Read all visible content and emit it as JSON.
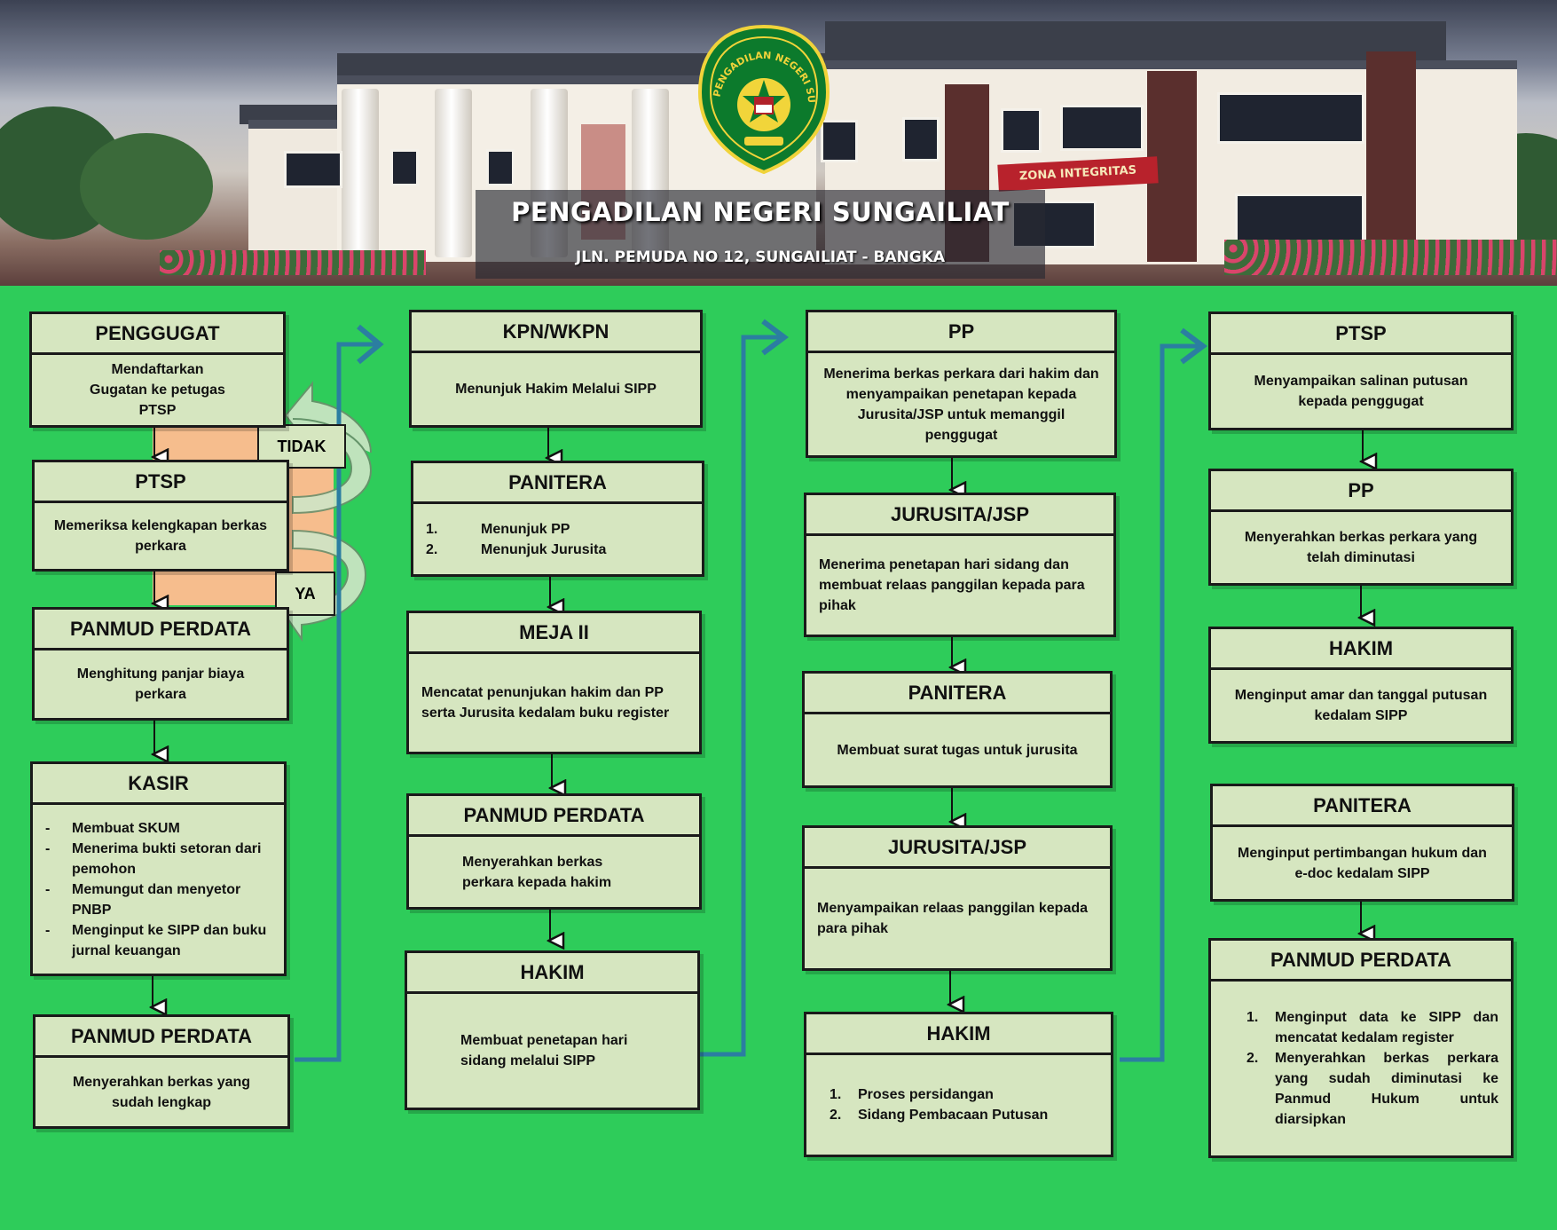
{
  "header": {
    "title": "PENGADILAN NEGERI SUNGAILIAT",
    "subtitle": "JLN. PEMUDA NO 12, SUNGAILIAT - BANGKA",
    "logo_text": "PENGADILAN NEGERI SUNGAILIAT",
    "banner_text": "ZONA INTEGRITAS"
  },
  "colors": {
    "background": "#2ecc5a",
    "box_fill": "#d6e6c0",
    "connector": "#2b7ea1",
    "loop_fill": "#f6bd8d"
  },
  "columns": [
    {
      "steps": [
        {
          "title": "PENGGUGAT",
          "body": "Mendaftarkan Gugatan ke petugas PTSP"
        },
        {
          "title": "PTSP",
          "body": "Memeriksa kelengkapan berkas perkara"
        },
        {
          "title": "PANMUD PERDATA",
          "body": "Menghitung panjar biaya perkara"
        },
        {
          "title": "KASIR",
          "items": [
            "Membuat SKUM",
            "Menerima bukti setoran dari pemohon",
            "Memungut dan menyetor PNBP",
            "Menginput ke SIPP dan buku jurnal keuangan"
          ]
        },
        {
          "title": "PANMUD PERDATA",
          "body": "Menyerahkan berkas yang sudah lengkap"
        }
      ],
      "decisions": {
        "no": "TIDAK",
        "yes": "YA"
      }
    },
    {
      "steps": [
        {
          "title": "KPN/WKPN",
          "body": "Menunjuk Hakim Melalui SIPP"
        },
        {
          "title": "PANITERA",
          "items": [
            "Menunjuk PP",
            "Menunjuk Jurusita"
          ]
        },
        {
          "title": "MEJA II",
          "body": "Mencatat penunjukan hakim dan PP serta Jurusita kedalam buku register"
        },
        {
          "title": "PANMUD PERDATA",
          "body": "Menyerahkan berkas perkara kepada hakim"
        },
        {
          "title": "HAKIM",
          "body": "Membuat penetapan hari sidang melalui SIPP"
        }
      ]
    },
    {
      "steps": [
        {
          "title": "PP",
          "body": "Menerima berkas perkara dari hakim dan menyampaikan penetapan kepada Jurusita/JSP untuk memanggil penggugat"
        },
        {
          "title": "JURUSITA/JSP",
          "body": "Menerima penetapan hari sidang dan membuat relaas panggilan kepada para pihak"
        },
        {
          "title": "PANITERA",
          "body": "Membuat surat tugas untuk jurusita"
        },
        {
          "title": "JURUSITA/JSP",
          "body": "Menyampaikan relaas panggilan kepada para pihak"
        },
        {
          "title": "HAKIM",
          "items": [
            "Proses persidangan",
            "Sidang Pembacaan Putusan"
          ]
        }
      ]
    },
    {
      "steps": [
        {
          "title": "PTSP",
          "body": "Menyampaikan salinan putusan kepada penggugat"
        },
        {
          "title": "PP",
          "body": "Menyerahkan berkas perkara yang telah diminutasi"
        },
        {
          "title": "HAKIM",
          "body": "Menginput amar dan tanggal putusan kedalam SIPP"
        },
        {
          "title": "PANITERA",
          "body": "Menginput pertimbangan hukum dan e-doc kedalam SIPP"
        },
        {
          "title": "PANMUD PERDATA",
          "items": [
            "Menginput data ke SIPP dan mencatat kedalam register",
            "Menyerahkan berkas perkara yang sudah diminutasi ke Panmud Hukum untuk diarsipkan"
          ]
        }
      ]
    }
  ],
  "numbering": [
    "1.",
    "2."
  ]
}
